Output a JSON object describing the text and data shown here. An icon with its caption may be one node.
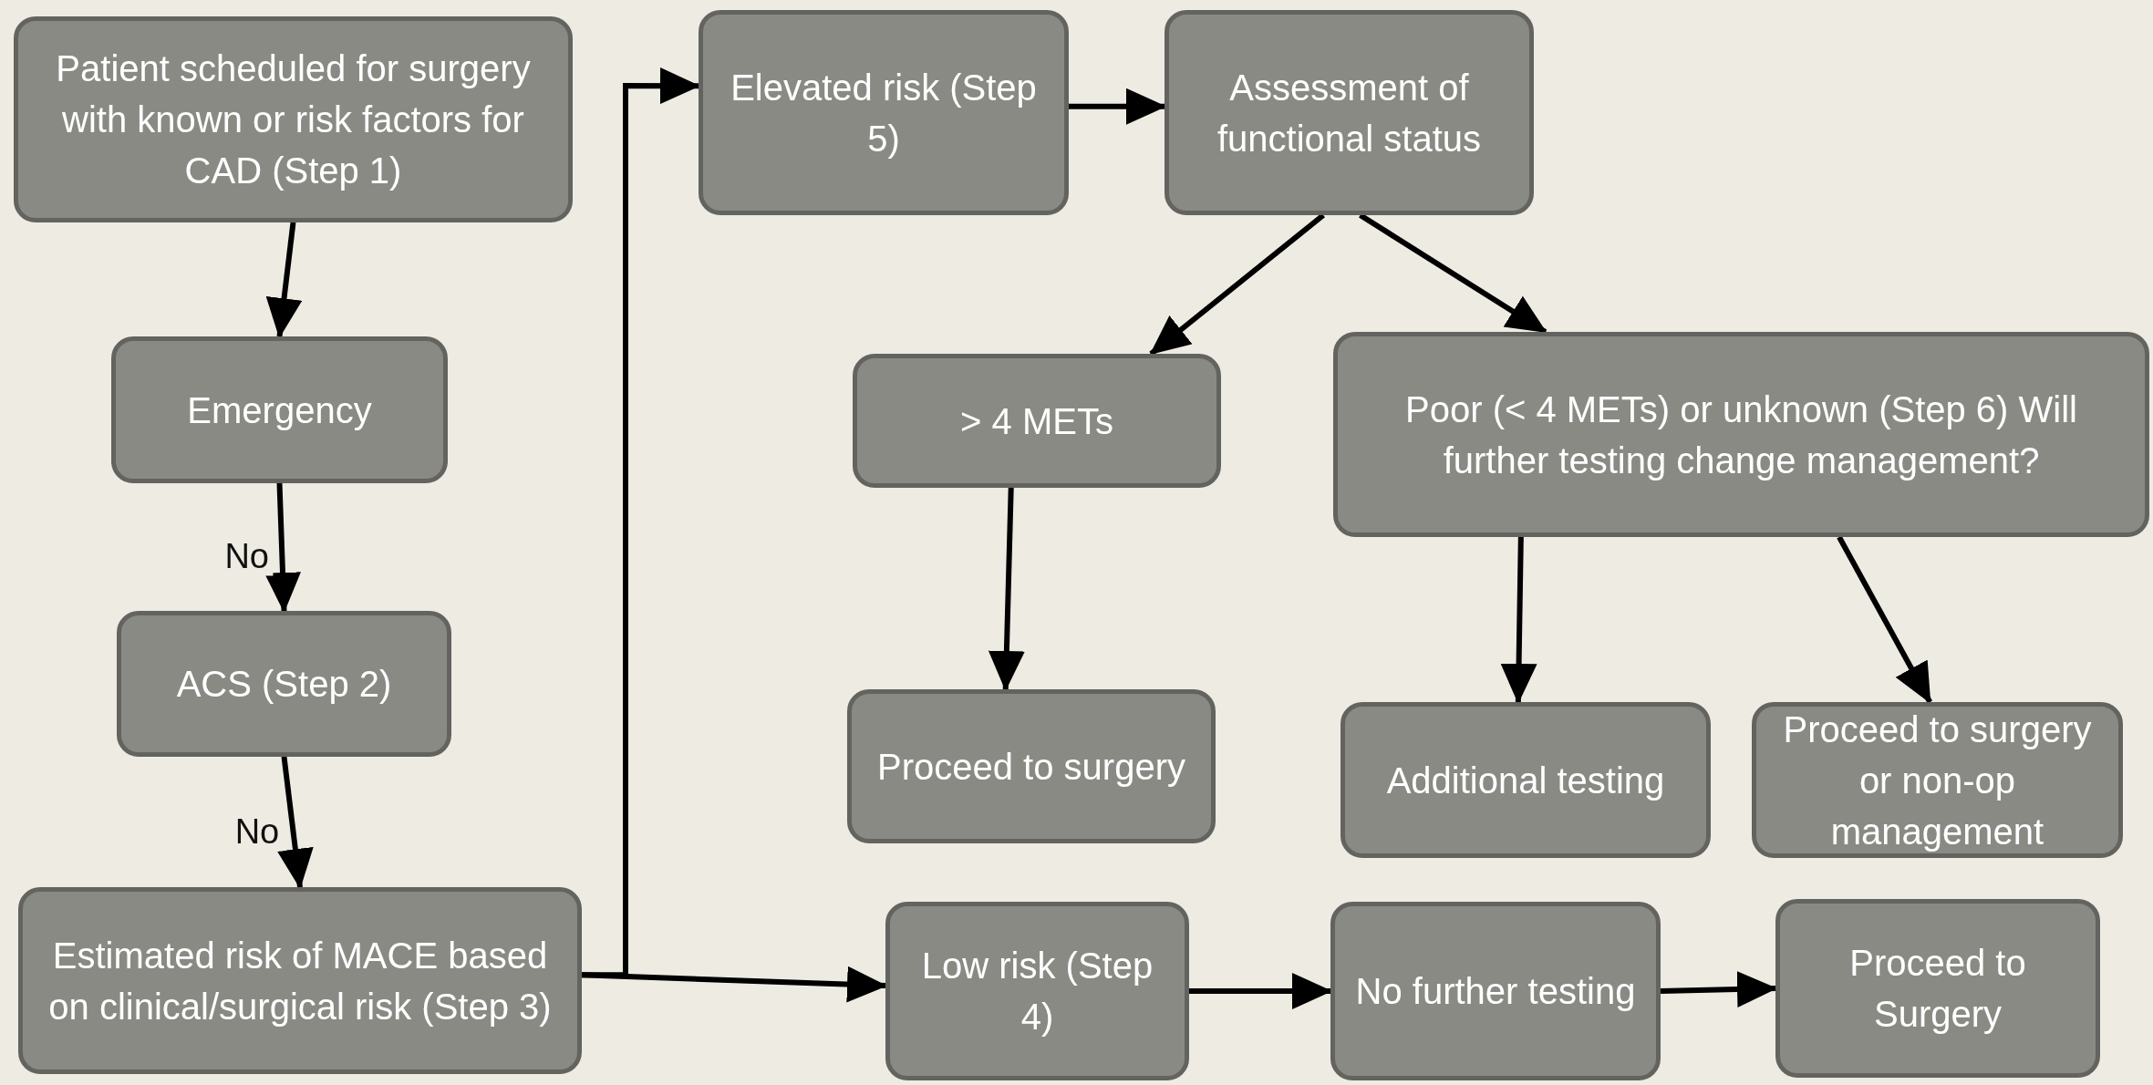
{
  "diagram": {
    "nodes": [
      {
        "text": [
          "Patient scheduled for surgery with known or risk factors for CAD (Step 1)"
        ]
      },
      {
        "text": [
          "Emergency"
        ]
      },
      {
        "text": [
          "ACS (Step 2)"
        ]
      },
      {
        "text": [
          "Estimated risk of MACE based on clinical/surgical risk (Step 3)"
        ]
      },
      {
        "text": [
          "Elevated risk (Step 5)"
        ]
      },
      {
        "text": [
          "Assessment of functional status"
        ]
      },
      {
        "text": [
          "> 4 METs"
        ]
      },
      {
        "text": [
          "Poor (< 4 METs) or unknown (Step 6) Will further testing change management?"
        ]
      },
      {
        "text": [
          "Proceed to surgery"
        ]
      },
      {
        "text": [
          "Additional testing"
        ]
      },
      {
        "text": [
          "Proceed to surgery or non-op management"
        ]
      },
      {
        "text": [
          "Low risk (Step 4)"
        ]
      },
      {
        "text": [
          "No further testing"
        ]
      },
      {
        "text": [
          "Proceed to Surgery"
        ]
      }
    ],
    "edges": [
      {
        "from": 0,
        "to": 1,
        "arrow": "to"
      },
      {
        "from": 1,
        "to": 2,
        "arrow": "to",
        "label": "No"
      },
      {
        "from": 2,
        "to": 3,
        "arrow": "to",
        "label": "No"
      },
      {
        "from": 3,
        "to": 4,
        "arrow": "to"
      },
      {
        "from": 3,
        "to": 11,
        "arrow": "to"
      },
      {
        "from": 4,
        "to": 5,
        "arrow": "to"
      },
      {
        "from": 5,
        "to": 6,
        "arrow": "to"
      },
      {
        "from": 5,
        "to": 7,
        "arrow": "to"
      },
      {
        "from": 6,
        "to": 8,
        "arrow": "to"
      },
      {
        "from": 7,
        "to": 9,
        "arrow": "to"
      },
      {
        "from": 7,
        "to": 10,
        "arrow": "to"
      },
      {
        "from": 11,
        "to": 12,
        "arrow": "to"
      },
      {
        "from": 12,
        "to": 13,
        "arrow": "to"
      }
    ]
  }
}
